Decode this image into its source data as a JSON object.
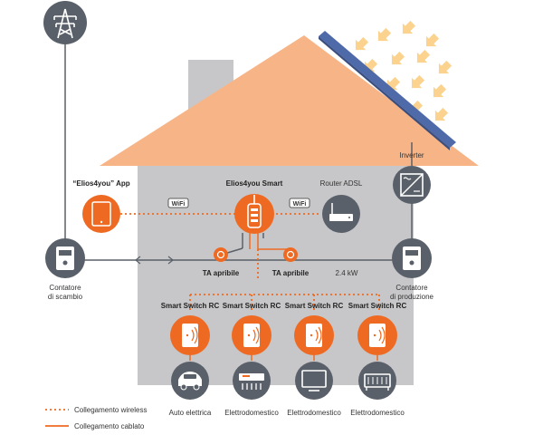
{
  "colors": {
    "orange": "#ee6a22",
    "dark": "#5a6069",
    "roof": "#f7b486",
    "wall": "#c7c7c9",
    "panel": "#4f6aa8",
    "sun": "#fbd38e"
  },
  "labels": {
    "app": "“Elios4you” App",
    "smart": "Elios4you Smart",
    "router": "Router ADSL",
    "inverter": "Inverter",
    "ta1": "TA apribile",
    "ta2": "TA apribile",
    "power": "2.4 kW",
    "meter_left_1": "Contatore",
    "meter_left_2": "di scambio",
    "meter_right_1": "Contatore",
    "meter_right_2": "di produzione",
    "wifi": "WiFi"
  },
  "switches": {
    "title": "Smart Switch RC",
    "items": [
      {
        "label": "Auto elettrica",
        "device": "car"
      },
      {
        "label": "Elettrodomestico",
        "device": "air-conditioner"
      },
      {
        "label": "Elettrodomestico",
        "device": "television"
      },
      {
        "label": "Elettrodomestico",
        "device": "heater"
      }
    ]
  },
  "legend": {
    "wireless": "Collegamento wireless",
    "wired": "Collegamento cablato"
  }
}
